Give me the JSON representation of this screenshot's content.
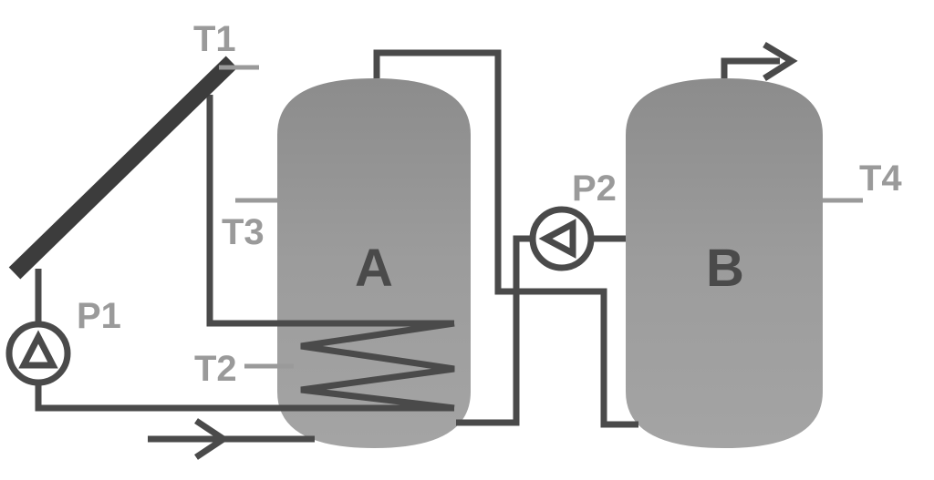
{
  "diagram": {
    "tanks": {
      "a": {
        "label": "A"
      },
      "b": {
        "label": "B"
      }
    },
    "pumps": {
      "p1": {
        "label": "P1"
      },
      "p2": {
        "label": "P2"
      }
    },
    "sensors": {
      "t1": {
        "label": "T1"
      },
      "t2": {
        "label": "T2"
      },
      "t3": {
        "label": "T3"
      },
      "t4": {
        "label": "T4"
      }
    },
    "colors": {
      "pipe": "#4a4a4a",
      "sensor": "#9a9a9a",
      "tank_fill": "#9c9c9c",
      "background": "#ffffff"
    }
  }
}
